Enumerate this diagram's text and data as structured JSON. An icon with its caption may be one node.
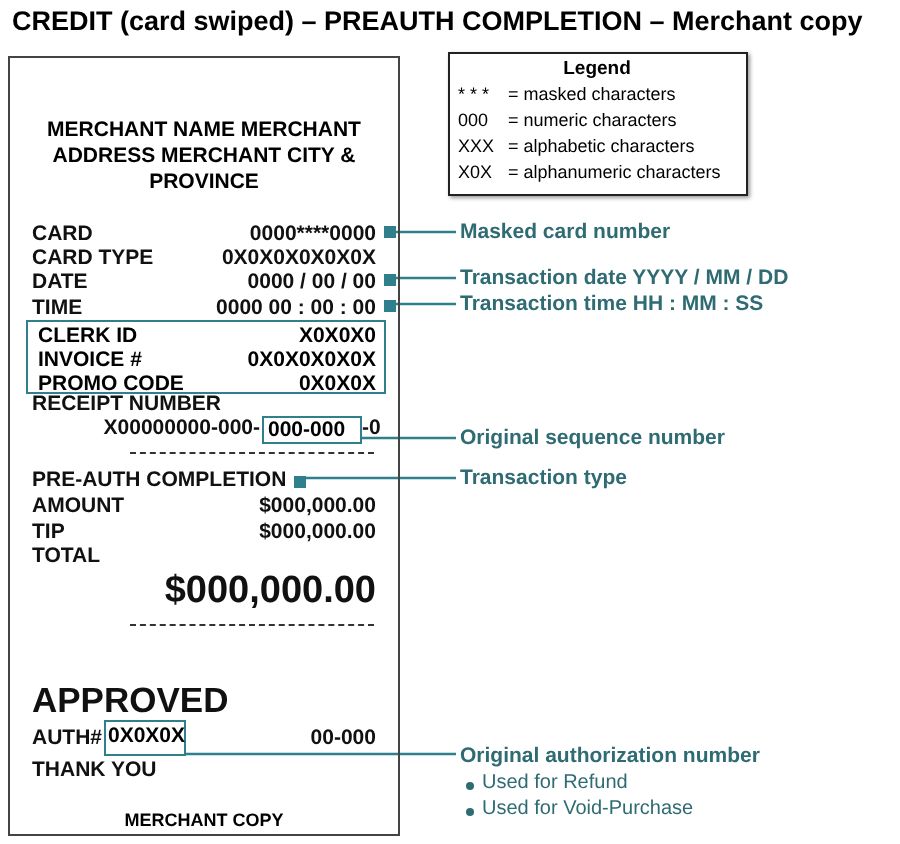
{
  "diagram": {
    "title": "CREDIT (card swiped) – PREAUTH COMPLETION – Merchant copy",
    "nodes": [
      {
        "text": [
          "MERCHANT NAME MERCHANT ADDRESS MERCHANT CITY & PROVINCE",
          "MERCHANT COPY"
        ]
      },
      {
        "text": [
          "Legend",
          "* * *",
          "= masked characters",
          "000",
          "= numeric characters",
          "XXX",
          "= alphabetic characters",
          "X0X",
          "= alphanumeric characters"
        ]
      },
      {
        "text": [],
        "shape": "box",
        "in": 0
      },
      {
        "text": [],
        "shape": "box",
        "in": 0
      },
      {
        "text": [],
        "shape": "box",
        "in": 0
      },
      {
        "text": [
          "CLERK ID",
          "X0X0X0",
          "INVOICE #",
          "0X0X0X0X0X",
          "PROMO CODE",
          "0X0X0X"
        ],
        "in": 0
      },
      {
        "text": [
          "000-000"
        ],
        "in": 0
      },
      {
        "text": [],
        "shape": "box",
        "in": 0
      },
      {
        "text": [
          "0X0X0X"
        ],
        "in": 0
      },
      {
        "text": [
          "Masked card number"
        ]
      },
      {
        "text": [
          "Transaction date YYYY / MM / DD"
        ]
      },
      {
        "text": [
          "Transaction time HH : MM : SS"
        ]
      },
      {
        "text": [
          "Original sequence number"
        ]
      },
      {
        "text": [
          "Transaction type"
        ]
      },
      {
        "text": [
          "Original authorization number",
          "Used for Refund",
          "Used for Void-Purchase"
        ]
      }
    ],
    "edges": [
      {
        "from": 9,
        "to": 2,
        "arrow": "none"
      },
      {
        "from": 10,
        "to": 3,
        "arrow": "none"
      },
      {
        "from": 11,
        "to": 4,
        "arrow": "none"
      },
      {
        "from": 12,
        "to": 6,
        "arrow": "none"
      },
      {
        "from": 13,
        "to": 7,
        "arrow": "none"
      },
      {
        "from": 14,
        "to": 8,
        "arrow": "none"
      }
    ],
    "labels": [
      "CARD",
      "0000********0000",
      "CARD TYPE",
      "0X0X0X0X0X0X",
      "DATE",
      "0000 / 00 / 00",
      "TIME",
      "0000 00 : 00 : 00",
      "RECEIPT NUMBER",
      "X00000000-000-",
      "-0",
      "PRE-AUTH COMPLETION",
      "AMOUNT",
      "$000,000.00",
      "TIP",
      "$000,000.00",
      "TOTAL",
      "$000,000.00",
      "APPROVED",
      "AUTH#",
      "00-000",
      "THANK YOU"
    ]
  }
}
